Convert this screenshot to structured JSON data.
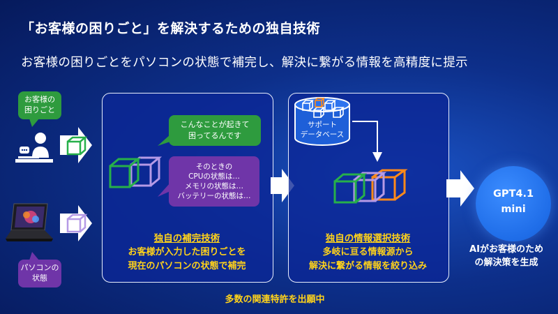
{
  "header": {
    "title": "「お客様の困りごと」を解決するための独自技術",
    "subtitle": "お客様の困りごとをパソコンの状態で補完し、解決に繋がる情報を高精度に提示"
  },
  "left": {
    "customer_bubble": [
      "お客様の",
      "困りごと"
    ],
    "pc_bubble": [
      "パソコンの",
      "状態"
    ]
  },
  "panel1": {
    "speech_green": [
      "こんなことが起きて",
      "困ってるんです"
    ],
    "speech_purple": [
      "そのときの",
      "CPUの状態は…",
      "メモリの状態は…",
      "バッテリーの状態は…"
    ],
    "label": "独自の補完技術",
    "desc": [
      "お客様が入力した困りごとを",
      "現在のパソコンの状態で補完"
    ]
  },
  "panel2": {
    "db_label": [
      "サポート",
      "データベース"
    ],
    "label": "独自の情報選択技術",
    "desc": [
      "多岐に亘る情報源から",
      "解決に繋がる情報を絞り込み"
    ]
  },
  "output": {
    "model": [
      "GPT4.1",
      "mini"
    ],
    "desc": [
      "AIがお客様のため",
      "の解決策を生成"
    ]
  },
  "footer": {
    "note": "多数の関連特許を出願中"
  },
  "colors": {
    "green": "#2e9b3e",
    "purple": "#6f35a8",
    "orange": "#ff8a1a",
    "yellow": "#ffd21a",
    "cube_green": "#27b04a",
    "cube_purple": "#b59ae6"
  }
}
